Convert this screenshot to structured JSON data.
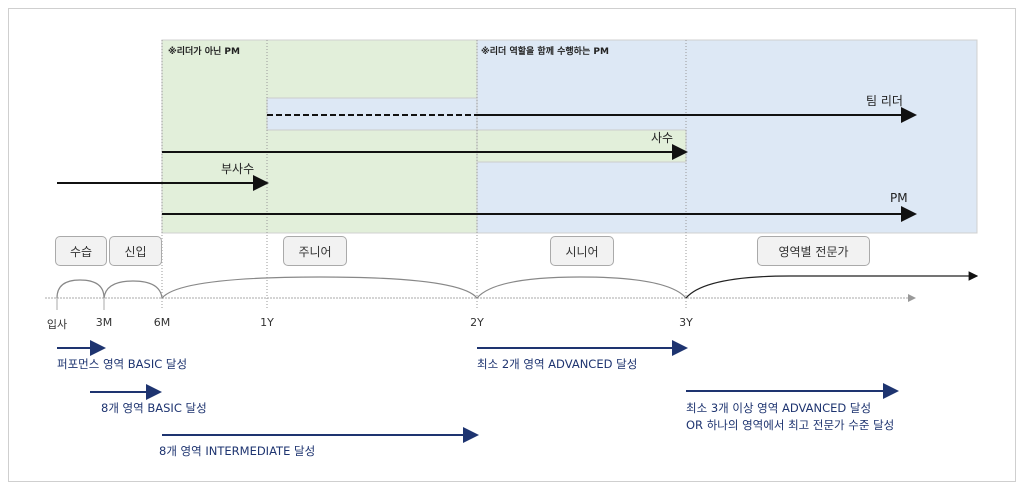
{
  "notes": {
    "non_leader_pm": "※리더가 아닌 PM",
    "leader_pm": "※리더 역할을 함께 수행하는 PM"
  },
  "tracks": {
    "team_leader": "팀 리더",
    "sasu": "사수",
    "busasu": "부사수",
    "pm": "PM"
  },
  "stages": [
    "수습",
    "신입",
    "주니어",
    "시니어",
    "영역별 전문가"
  ],
  "ticks": [
    "입사",
    "3M",
    "6M",
    "1Y",
    "2Y",
    "3Y"
  ],
  "goals": [
    {
      "lines": [
        "퍼포먼스 영역 BASIC 달성"
      ]
    },
    {
      "lines": [
        "8개 영역 BASIC 달성"
      ]
    },
    {
      "lines": [
        "8개 영역 INTERMEDIATE 달성"
      ]
    },
    {
      "lines": [
        "최소 2개 영역 ADVANCED 달성"
      ]
    },
    {
      "lines": [
        "최소 3개 이상 영역 ADVANCED 달성",
        "OR 하나의 영역에서 최고 전문가 수준 달성"
      ]
    }
  ],
  "colors": {
    "green_zone": "#e2efda",
    "blue_zone": "#dde8f5",
    "goal_arrow": "#1e3470"
  }
}
